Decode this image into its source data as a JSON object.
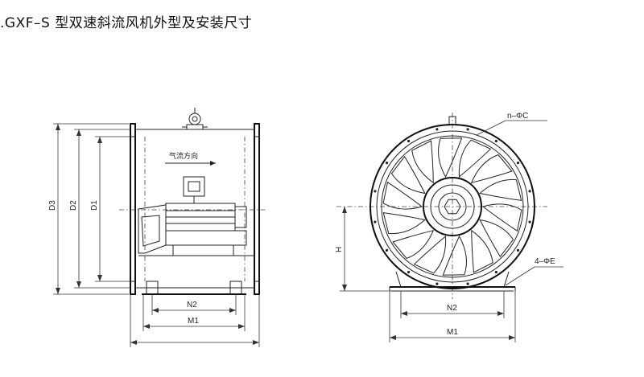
{
  "title": ".GXF–S 型双速斜流风机外型及安装尺寸",
  "side_view": {
    "dim_d3": "D3",
    "dim_d2": "D2",
    "dim_d1": "D1",
    "dim_n2": "N2",
    "dim_m1": "M1",
    "airflow_label": "气流方向"
  },
  "front_view": {
    "dim_h": "H",
    "dim_n2": "N2",
    "dim_m1": "M1",
    "hole_label_top": "n–ΦC",
    "hole_label_bottom": "4–ΦE"
  }
}
